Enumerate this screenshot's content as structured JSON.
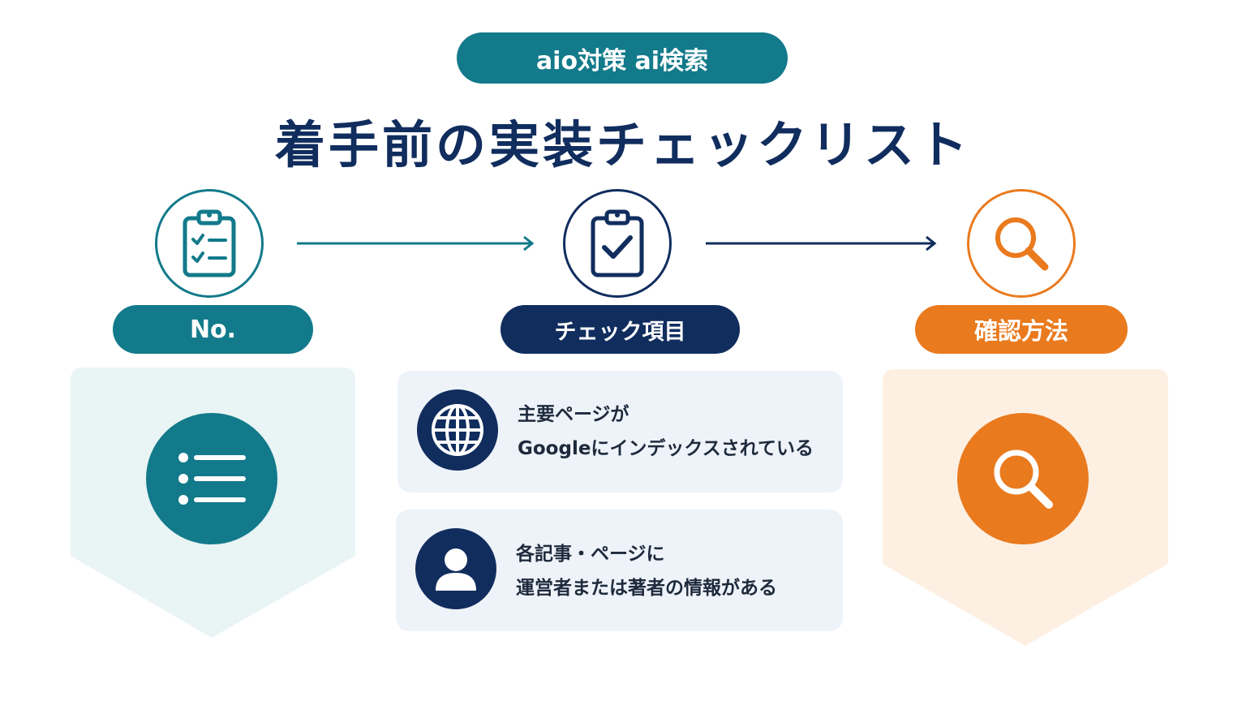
{
  "header": {
    "tag_label": "aio対策 ai検索",
    "title": "着手前の実装チェックリスト"
  },
  "colors": {
    "teal": "#127a8a",
    "navy": "#102d5e",
    "orange": "#ea7a1e",
    "teal_panel": "#e9f4f5",
    "orange_panel": "#fdf0e3",
    "card_bg": "#eef3f9"
  },
  "columns": [
    {
      "label": "No.",
      "top_icon": "clipboard-list-icon",
      "panel_icon": "list-icon"
    },
    {
      "label": "チェック項目",
      "top_icon": "clipboard-check-icon"
    },
    {
      "label": "確認方法",
      "top_icon": "search-icon",
      "panel_icon": "search-icon"
    }
  ],
  "check_items": [
    {
      "icon": "globe-icon",
      "line1": "主要ページが",
      "line2": "Googleにインデックスされている"
    },
    {
      "icon": "user-icon",
      "line1": "各記事・ページに",
      "line2": "運営者または著者の情報がある"
    }
  ]
}
